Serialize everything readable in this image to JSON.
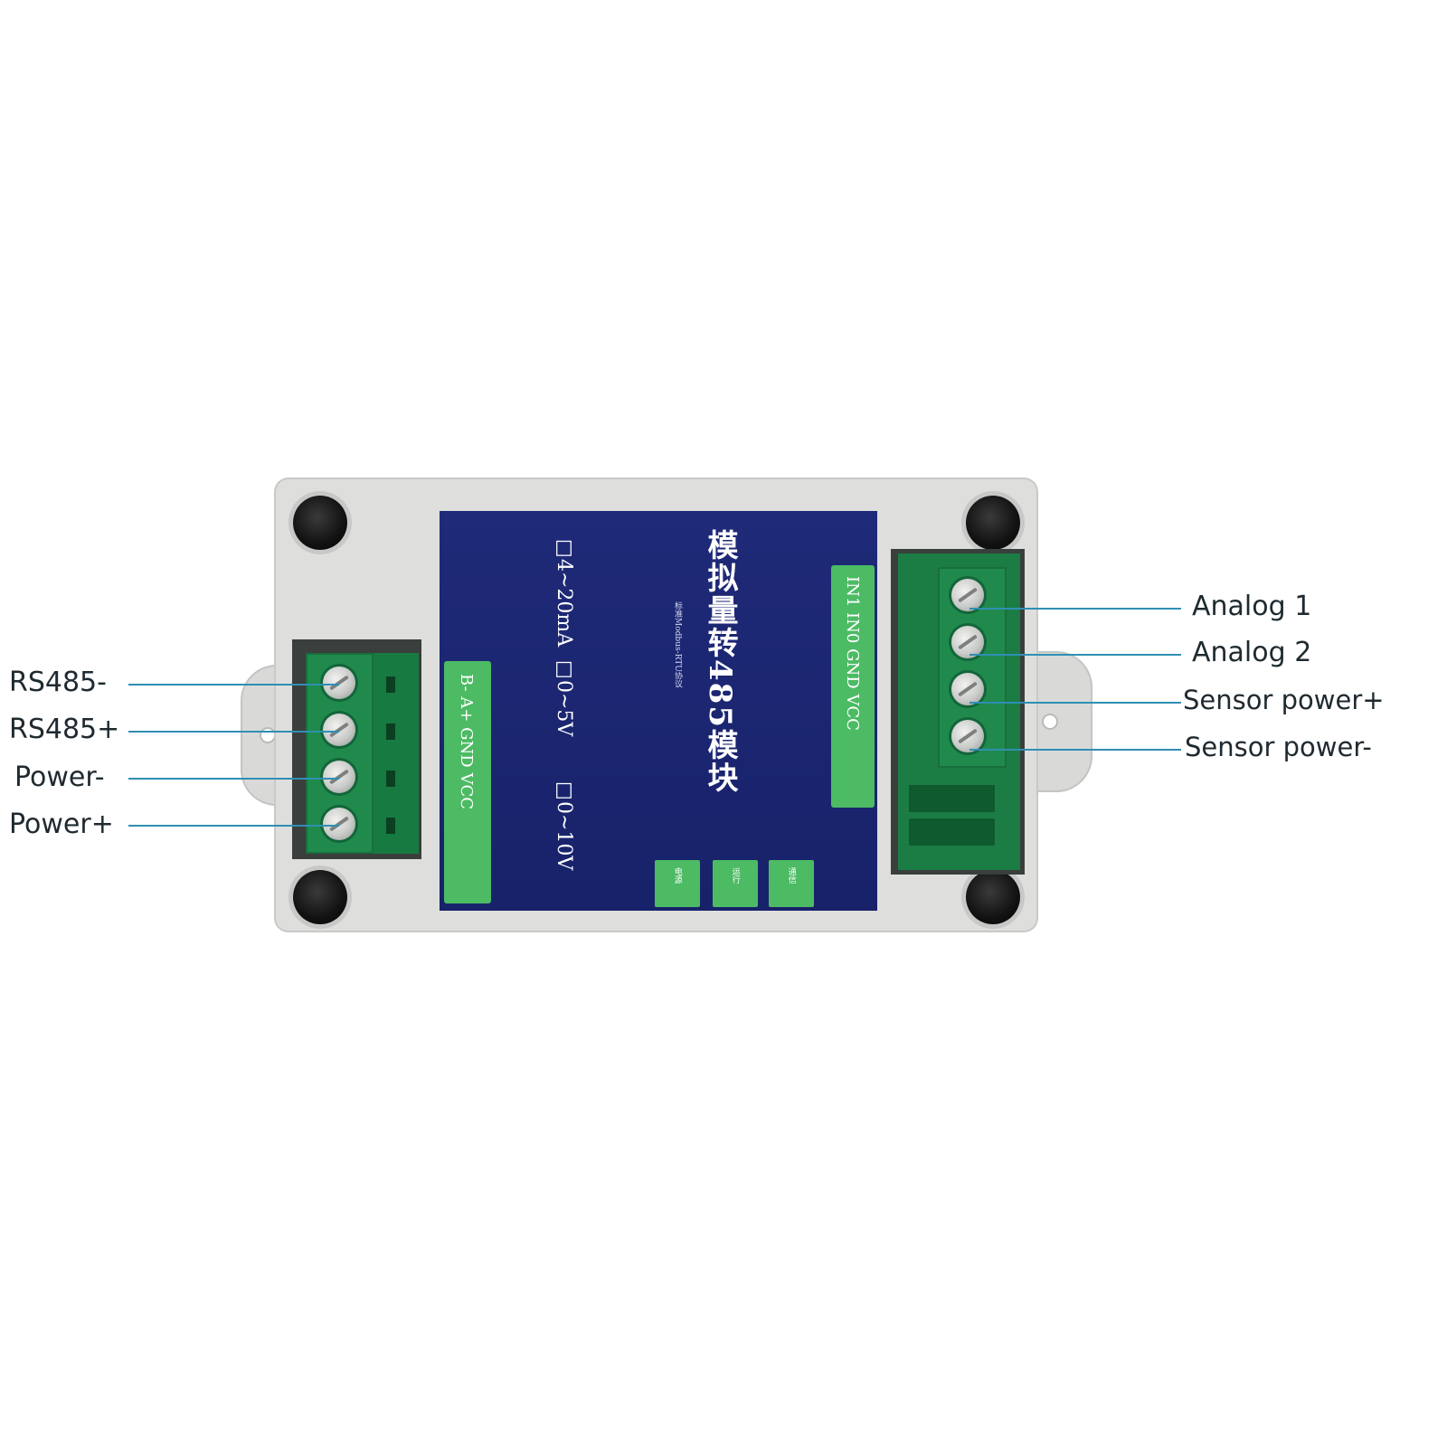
{
  "left_callouts": [
    {
      "label": "RS485-"
    },
    {
      "label": "RS485+"
    },
    {
      "label": "Power-"
    },
    {
      "label": "Power+"
    }
  ],
  "right_callouts": [
    {
      "label": "Analog 1"
    },
    {
      "label": "Analog 2"
    },
    {
      "label": "Sensor power+"
    },
    {
      "label": "Sensor power-"
    }
  ],
  "plate": {
    "title": "模拟量转485模块",
    "subtitle": "标准Modbus-RTU协议",
    "ranges": [
      "□4~20mA",
      "□0~5V",
      "□0~10V"
    ],
    "left_strip": "B-  A+  GND VCC",
    "right_strip": "IN1  IN0  GND VCC",
    "boxes": [
      "电源",
      "运行",
      "通信"
    ]
  },
  "colors": {
    "plate_blue": "#1f2a78",
    "strip_green": "#4cbb64",
    "terminal_green": "#1f8a4c",
    "leader_blue": "#2f8fb3",
    "case_gray": "#dedfdd"
  },
  "icons": [
    "mounting-screw-icon",
    "terminal-screw-icon"
  ]
}
